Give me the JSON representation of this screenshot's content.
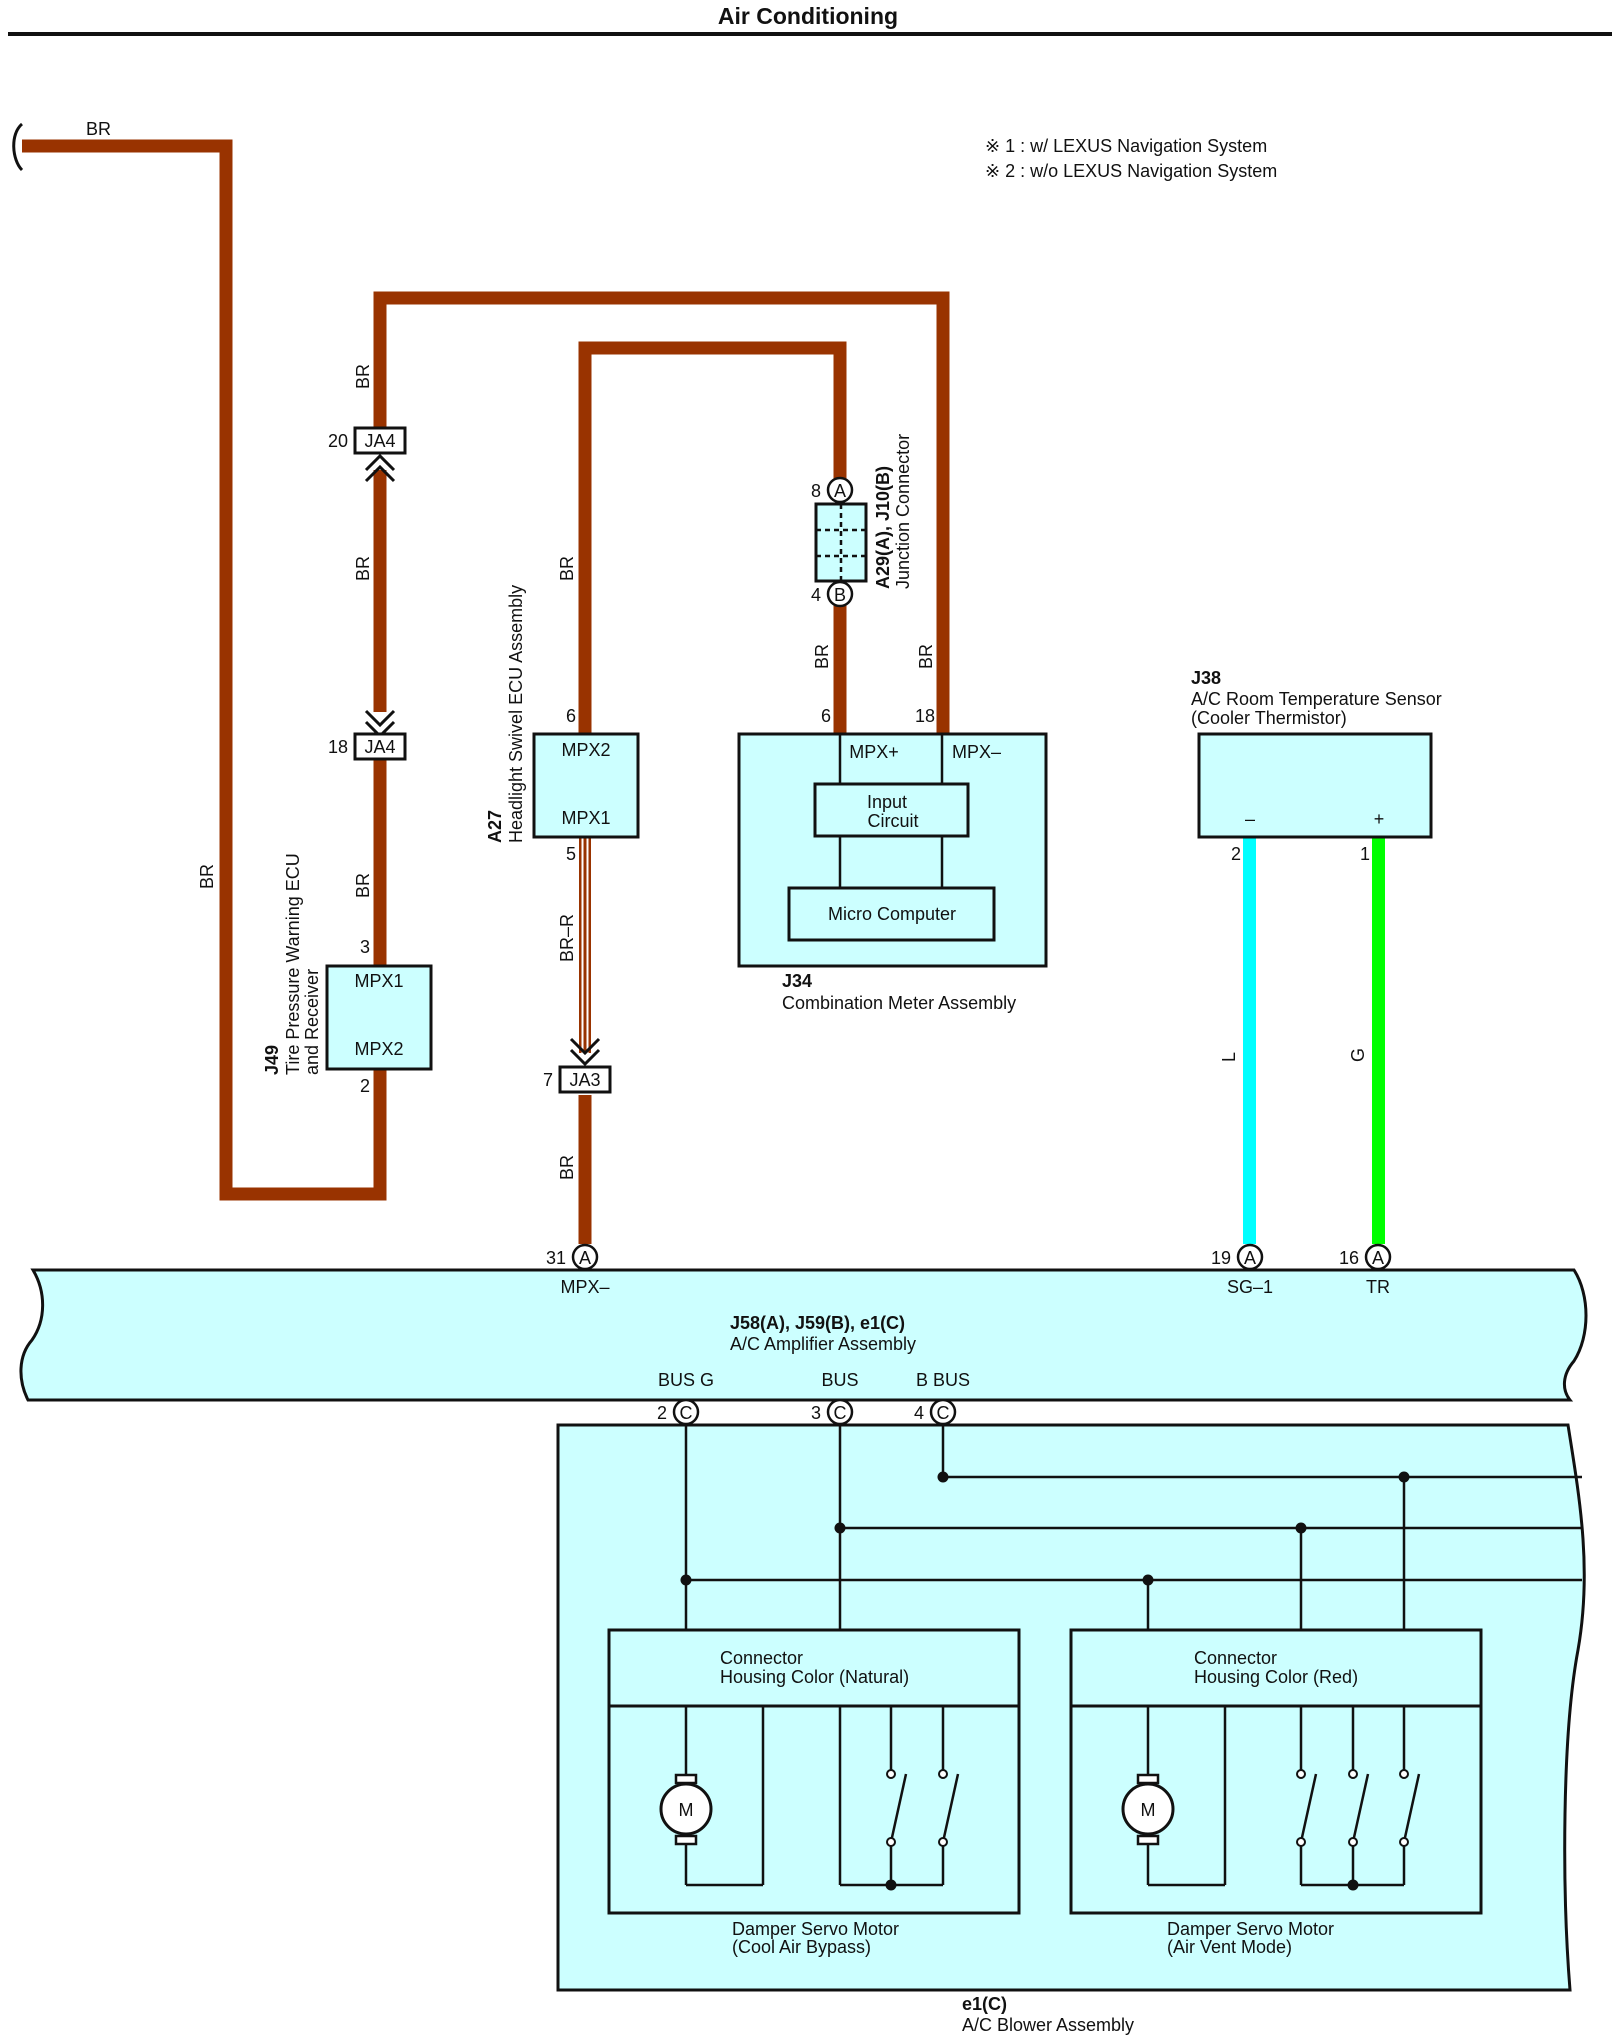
{
  "title": "Air Conditioning",
  "colors": {
    "BR": "#993300",
    "L": "#00ffff",
    "G": "#00ff00",
    "box_fill": "#ccffff"
  },
  "notes": [
    "※ 1 : w/ LEXUS Navigation System",
    "※ 2 : w/o LEXUS Navigation System"
  ],
  "wire_colors": {
    "br": "BR",
    "br_r": "BR–R",
    "l": "L",
    "g": "G"
  },
  "connectors": {
    "ja4": "JA4",
    "ja3": "JA3",
    "a": "A",
    "b": "B",
    "c": "C"
  },
  "pins": {
    "ja4_top": "20",
    "ja4_bottom": "18",
    "ja3": "7",
    "j49_mpx1": "3",
    "j49_mpx2": "2",
    "a27_mpx2": "6",
    "a27_mpx1": "5",
    "junction_top": "8",
    "junction_bottom": "4",
    "j34_mpx_plus": "6",
    "j34_mpx_minus": "18",
    "j38_minus": "2",
    "j38_plus": "1",
    "amp_mpx_minus": "31",
    "amp_sg1": "19",
    "amp_tr": "16",
    "bus_g": "2",
    "bus": "3",
    "b_bus": "4"
  },
  "components": {
    "j49": {
      "code": "J49",
      "name_line1": "Tire Pressure Warning ECU",
      "name_line2": "and Receiver",
      "terminals": [
        "MPX1",
        "MPX2"
      ]
    },
    "a27": {
      "code": "A27",
      "name": "Headlight Swivel ECU Assembly",
      "terminals": [
        "MPX2",
        "MPX1"
      ]
    },
    "junction": {
      "code": "A29(A), J10(B)",
      "name": "Junction Connector"
    },
    "j34": {
      "code": "J34",
      "name": "Combination Meter Assembly",
      "terminals": [
        "MPX+",
        "MPX–"
      ],
      "input_line1": "Input",
      "input_line2": "Circuit",
      "micro": "Micro Computer"
    },
    "j38": {
      "code": "J38",
      "name_line1": "A/C Room Temperature Sensor",
      "name_line2": "(Cooler Thermistor)",
      "minus": "–",
      "plus": "+"
    },
    "amplifier": {
      "code": "J58(A), J59(B), e1(C)",
      "name": "A/C Amplifier Assembly",
      "mpx_minus": "MPX–",
      "sg1": "SG–1",
      "tr": "TR",
      "bus_g": "BUS G",
      "bus": "BUS",
      "b_bus": "B BUS"
    },
    "blower": {
      "code": "e1(C)",
      "name": "A/C Blower Assembly"
    },
    "servo1": {
      "housing_line1": "Connector",
      "housing_line2": "Housing Color (Natural)",
      "name_line1": "Damper Servo Motor",
      "name_line2": "(Cool Air Bypass)",
      "motor": "M"
    },
    "servo2": {
      "housing_line1": "Connector",
      "housing_line2": "Housing Color (Red)",
      "name_line1": "Damper Servo Motor",
      "name_line2": "(Air Vent Mode)",
      "motor": "M"
    }
  }
}
